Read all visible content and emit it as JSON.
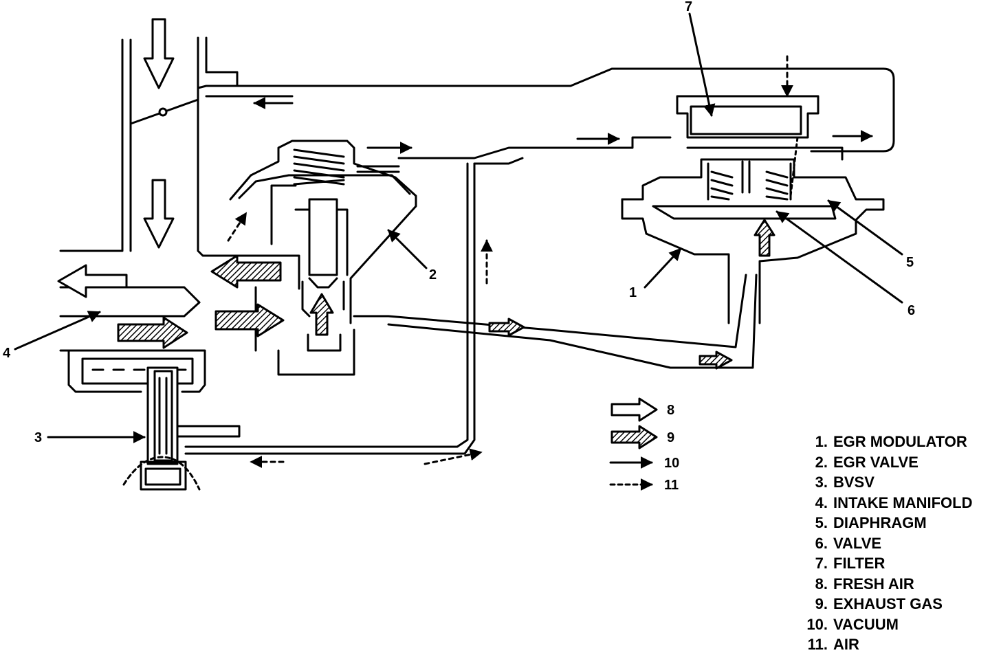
{
  "callouts": {
    "c1": "1",
    "c2": "2",
    "c3": "3",
    "c4": "4",
    "c5": "5",
    "c6": "6",
    "c7": "7"
  },
  "flow_key": [
    {
      "num": "8",
      "style": "open-arrow"
    },
    {
      "num": "9",
      "style": "hatched-arrow"
    },
    {
      "num": "10",
      "style": "solid-line-arrow"
    },
    {
      "num": "11",
      "style": "dashed-line-arrow"
    }
  ],
  "legend": [
    {
      "num": "1.",
      "label": "EGR MODULATOR"
    },
    {
      "num": "2.",
      "label": "EGR VALVE"
    },
    {
      "num": "3.",
      "label": "BVSV"
    },
    {
      "num": "4.",
      "label": "INTAKE MANIFOLD"
    },
    {
      "num": "5.",
      "label": "DIAPHRAGM"
    },
    {
      "num": "6.",
      "label": "VALVE"
    },
    {
      "num": "7.",
      "label": "FILTER"
    },
    {
      "num": "8.",
      "label": "FRESH AIR"
    },
    {
      "num": "9.",
      "label": "EXHAUST GAS"
    },
    {
      "num": "10.",
      "label": "VACUUM"
    },
    {
      "num": "11.",
      "label": "AIR"
    }
  ],
  "colors": {
    "ink": "#000000",
    "paper": "#ffffff"
  }
}
